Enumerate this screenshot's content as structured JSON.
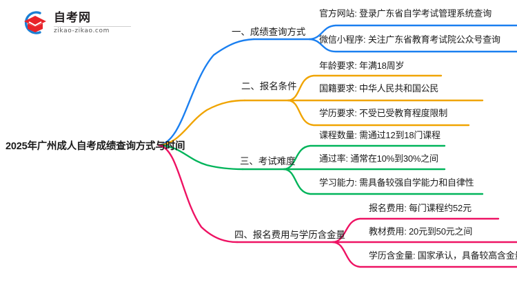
{
  "logo": {
    "name": "自考网",
    "domain": "zikao-zikao.com",
    "mark_icon": "graduation-cap-icon",
    "arc_color": "#1a7fd4",
    "cap_color": "#e8232a"
  },
  "mindmap": {
    "central_topic": "2025年广州成人自考成绩查询方式与时间",
    "branches": [
      {
        "label": "一、成绩查询方式",
        "color": "#1a7ff0",
        "children": [
          "官方网站: 登录广东省自学考试管理系统查询",
          "微信小程序: 关注广东省教育考试院公众号查询"
        ]
      },
      {
        "label": "二、报名条件",
        "color": "#f0a400",
        "children": [
          "年龄要求: 年满18周岁",
          "国籍要求: 中华人民共和国公民",
          "学历要求: 不受已受教育程度限制"
        ]
      },
      {
        "label": "三、考试难度",
        "color": "#00b45a",
        "children": [
          "课程数量: 需通过12到18门课程",
          "通过率: 通常在10%到30%之间",
          "学习能力: 需具备较强自学能力和自律性"
        ]
      },
      {
        "label": "四、报名费用与学历含金量",
        "color": "#ee1263",
        "children": [
          "报名费用: 每门课程约52元",
          "教材费用: 20元到50元之间",
          "学历含金量: 国家承认，具备较高含金量"
        ]
      }
    ]
  }
}
